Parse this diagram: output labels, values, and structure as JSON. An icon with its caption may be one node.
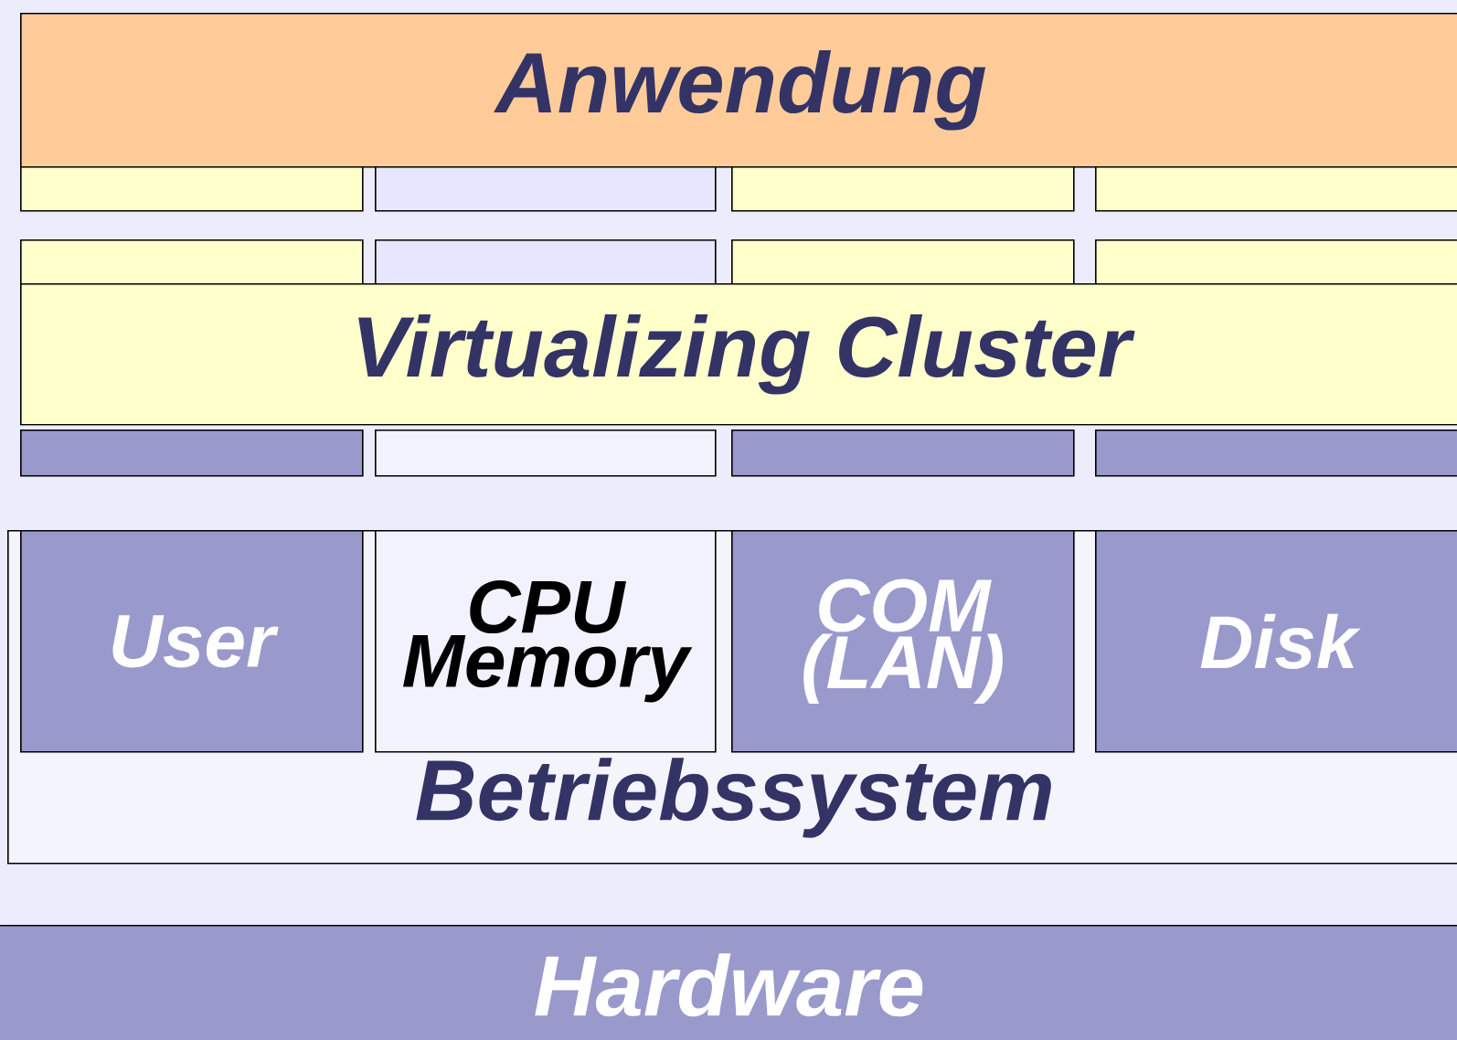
{
  "diagram": {
    "nodes": [
      {
        "text": [
          "Anwendung"
        ]
      },
      {
        "text": [],
        "shape": "bar"
      },
      {
        "text": [],
        "shape": "bar"
      },
      {
        "text": [],
        "shape": "bar"
      },
      {
        "text": [],
        "shape": "bar"
      },
      {
        "text": [],
        "shape": "bar"
      },
      {
        "text": [],
        "shape": "bar"
      },
      {
        "text": [],
        "shape": "bar"
      },
      {
        "text": [],
        "shape": "bar"
      },
      {
        "text": [
          "Virtualizing Cluster"
        ]
      },
      {
        "text": [],
        "shape": "bar"
      },
      {
        "text": [],
        "shape": "bar"
      },
      {
        "text": [],
        "shape": "bar"
      },
      {
        "text": [],
        "shape": "bar"
      },
      {
        "text": [
          "Betriebssystem"
        ]
      },
      {
        "text": [
          "User"
        ],
        "in": 14
      },
      {
        "text": [
          "CPU Memory"
        ],
        "in": 14
      },
      {
        "text": [
          "COM (LAN)"
        ],
        "in": 14
      },
      {
        "text": [
          "Disk"
        ],
        "in": 14
      },
      {
        "text": [
          "Hardware"
        ]
      }
    ]
  }
}
